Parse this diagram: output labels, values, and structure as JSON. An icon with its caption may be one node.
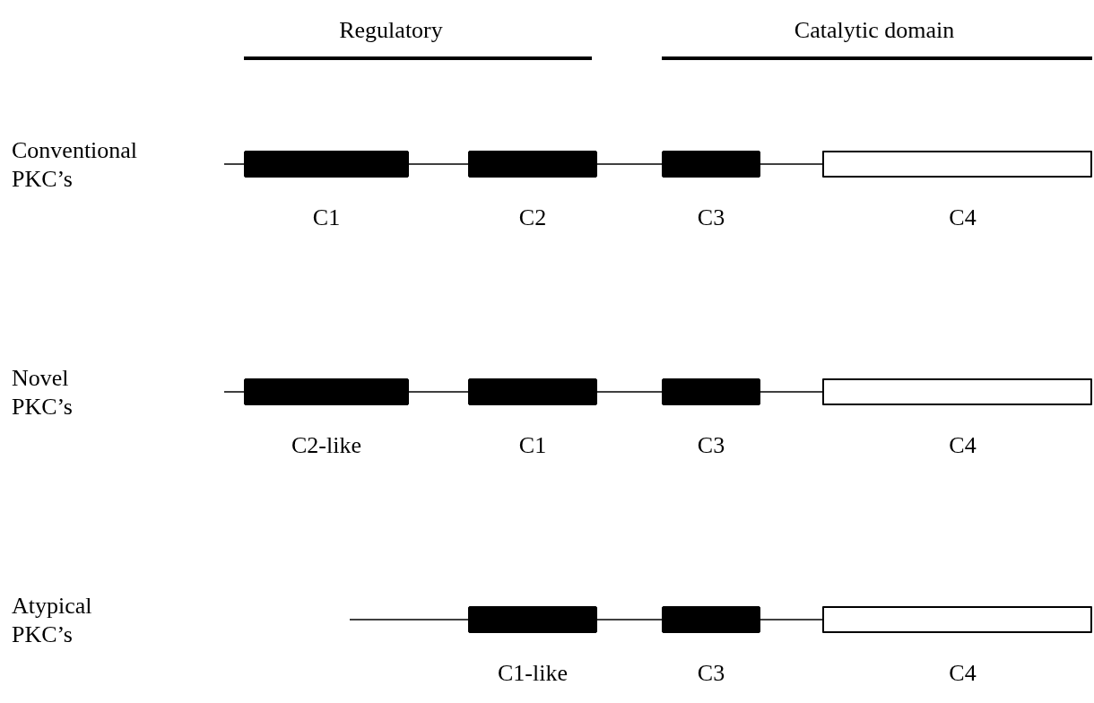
{
  "diagram": {
    "nodes": [
      {
        "text": [],
        "shape": "bar",
        "beside": [
          "C1"
        ]
      },
      {
        "text": [],
        "shape": "bar",
        "beside": [
          "C2"
        ]
      },
      {
        "text": [],
        "shape": "bar",
        "beside": [
          "C3"
        ]
      },
      {
        "text": [],
        "shape": "box",
        "beside": [
          "C4"
        ]
      },
      {
        "text": [],
        "shape": "bar",
        "beside": [
          "C2-like"
        ]
      },
      {
        "text": [],
        "shape": "bar",
        "beside": [
          "C1"
        ]
      },
      {
        "text": [],
        "shape": "bar",
        "beside": [
          "C3"
        ]
      },
      {
        "text": [],
        "shape": "box",
        "beside": [
          "C4"
        ]
      },
      {
        "text": [],
        "shape": "bar",
        "beside": [
          "C1-like"
        ]
      },
      {
        "text": [],
        "shape": "bar",
        "beside": [
          "C3"
        ]
      },
      {
        "text": [],
        "shape": "box",
        "beside": [
          "C4"
        ]
      }
    ],
    "edges": [
      {
        "from": null,
        "to": 0,
        "arrow": "none"
      },
      {
        "from": 0,
        "to": 1,
        "arrow": "none"
      },
      {
        "from": 1,
        "to": 2,
        "arrow": "none"
      },
      {
        "from": 2,
        "to": 3,
        "arrow": "none"
      },
      {
        "from": null,
        "to": 4,
        "arrow": "none"
      },
      {
        "from": 4,
        "to": 5,
        "arrow": "none"
      },
      {
        "from": 5,
        "to": 6,
        "arrow": "none"
      },
      {
        "from": 6,
        "to": 7,
        "arrow": "none"
      },
      {
        "from": null,
        "to": 8,
        "arrow": "none"
      },
      {
        "from": 8,
        "to": 9,
        "arrow": "none"
      },
      {
        "from": 9,
        "to": 10,
        "arrow": "none"
      }
    ],
    "labels": [
      "Regulatory",
      "Catalytic domain",
      "Conventional PKC’s",
      "Novel PKC’s",
      "Atypical PKC’s"
    ]
  }
}
